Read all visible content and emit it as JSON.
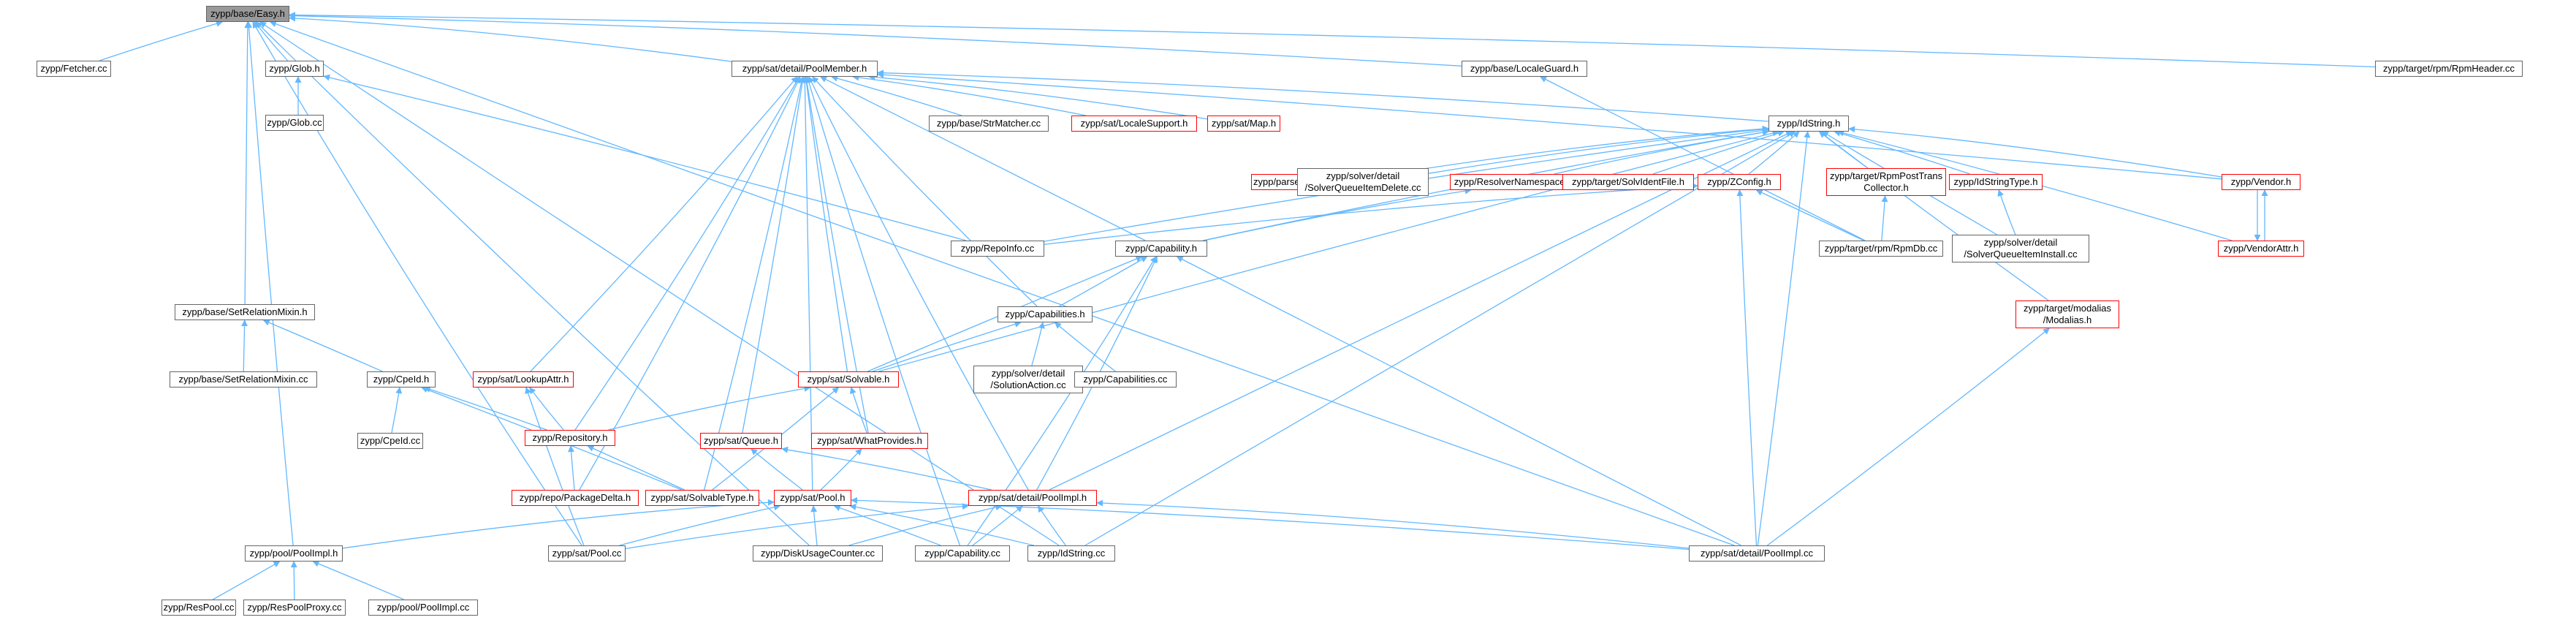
{
  "colors": {
    "edge": "#63b8ff",
    "node_border": "#666666",
    "node_border_incomplete": "#ff0000",
    "root_fill": "#999999"
  },
  "nodes": [
    {
      "id": "easy",
      "label": "zypp/base/Easy.h",
      "style": "root"
    },
    {
      "id": "fetcher",
      "label": "zypp/Fetcher.cc",
      "style": "normal"
    },
    {
      "id": "glob",
      "label": "zypp/Glob.h",
      "style": "normal"
    },
    {
      "id": "globcc",
      "label": "zypp/Glob.cc",
      "style": "normal"
    },
    {
      "id": "poolmember",
      "label": "zypp/sat/detail/PoolMember.h",
      "style": "normal"
    },
    {
      "id": "localeguard",
      "label": "zypp/base/LocaleGuard.h",
      "style": "normal"
    },
    {
      "id": "rpmheader",
      "label": "zypp/target/rpm/RpmHeader.cc",
      "style": "normal"
    },
    {
      "id": "strmatcher",
      "label": "zypp/base/StrMatcher.cc",
      "style": "normal"
    },
    {
      "id": "localesupport",
      "label": "zypp/sat/LocaleSupport.h",
      "style": "red"
    },
    {
      "id": "map",
      "label": "zypp/sat/Map.h",
      "style": "red"
    },
    {
      "id": "idstring",
      "label": "zypp/IdString.h",
      "style": "normal"
    },
    {
      "id": "productfilereader",
      "label": "zypp/parser/ProductFileReader.h",
      "style": "red"
    },
    {
      "id": "sqidelete",
      "label": "zypp/solver/detail\n/SolverQueueItemDelete.cc",
      "style": "normal"
    },
    {
      "id": "resolvernamespace",
      "label": "zypp/ResolverNamespace.h",
      "style": "red"
    },
    {
      "id": "solvidentfile",
      "label": "zypp/target/SolvIdentFile.h",
      "style": "red"
    },
    {
      "id": "zconfig",
      "label": "zypp/ZConfig.h",
      "style": "red"
    },
    {
      "id": "rpmposttrans",
      "label": "zypp/target/RpmPostTrans\nCollector.h",
      "style": "red"
    },
    {
      "id": "idstringtype",
      "label": "zypp/IdStringType.h",
      "style": "red"
    },
    {
      "id": "vendor",
      "label": "zypp/Vendor.h",
      "style": "red"
    },
    {
      "id": "repoinfo",
      "label": "zypp/RepoInfo.cc",
      "style": "normal"
    },
    {
      "id": "capability",
      "label": "zypp/Capability.h",
      "style": "normal"
    },
    {
      "id": "rpmdb",
      "label": "zypp/target/rpm/RpmDb.cc",
      "style": "normal"
    },
    {
      "id": "sqiinstall",
      "label": "zypp/solver/detail\n/SolverQueueItemInstall.cc",
      "style": "normal"
    },
    {
      "id": "vendorattr",
      "label": "zypp/VendorAttr.h",
      "style": "red"
    },
    {
      "id": "setrelmixin",
      "label": "zypp/base/SetRelationMixin.h",
      "style": "normal"
    },
    {
      "id": "capabilities",
      "label": "zypp/Capabilities.h",
      "style": "normal"
    },
    {
      "id": "modalias",
      "label": "zypp/target/modalias\n/Modalias.h",
      "style": "red"
    },
    {
      "id": "setrelmixincc",
      "label": "zypp/base/SetRelationMixin.cc",
      "style": "normal"
    },
    {
      "id": "cpeid",
      "label": "zypp/CpeId.h",
      "style": "normal"
    },
    {
      "id": "lookupattr",
      "label": "zypp/sat/LookupAttr.h",
      "style": "red"
    },
    {
      "id": "solvable",
      "label": "zypp/sat/Solvable.h",
      "style": "red"
    },
    {
      "id": "solutionaction",
      "label": "zypp/solver/detail\n/SolutionAction.cc",
      "style": "normal"
    },
    {
      "id": "capabilitiescc",
      "label": "zypp/Capabilities.cc",
      "style": "normal"
    },
    {
      "id": "repository",
      "label": "zypp/Repository.h",
      "style": "red"
    },
    {
      "id": "cpeidcc",
      "label": "zypp/CpeId.cc",
      "style": "normal"
    },
    {
      "id": "queue",
      "label": "zypp/sat/Queue.h",
      "style": "red"
    },
    {
      "id": "whatprovides",
      "label": "zypp/sat/WhatProvides.h",
      "style": "red"
    },
    {
      "id": "packagedelta",
      "label": "zypp/repo/PackageDelta.h",
      "style": "red"
    },
    {
      "id": "solvabletype",
      "label": "zypp/sat/SolvableType.h",
      "style": "red"
    },
    {
      "id": "pool",
      "label": "zypp/sat/Pool.h",
      "style": "red"
    },
    {
      "id": "poolimplh",
      "label": "zypp/sat/detail/PoolImpl.h",
      "style": "red"
    },
    {
      "id": "ppoolimplh",
      "label": "zypp/pool/PoolImpl.h",
      "style": "normal"
    },
    {
      "id": "satpoolcc",
      "label": "zypp/sat/Pool.cc",
      "style": "normal"
    },
    {
      "id": "diskusage",
      "label": "zypp/DiskUsageCounter.cc",
      "style": "normal"
    },
    {
      "id": "capabilitycc",
      "label": "zypp/Capability.cc",
      "style": "normal"
    },
    {
      "id": "idstringcc",
      "label": "zypp/IdString.cc",
      "style": "normal"
    },
    {
      "id": "poolimplcc",
      "label": "zypp/sat/detail/PoolImpl.cc",
      "style": "normal"
    },
    {
      "id": "respool",
      "label": "zypp/ResPool.cc",
      "style": "normal"
    },
    {
      "id": "respoolproxy",
      "label": "zypp/ResPoolProxy.cc",
      "style": "normal"
    },
    {
      "id": "ppoolimplcc",
      "label": "zypp/pool/PoolImpl.cc",
      "style": "normal"
    }
  ],
  "edges": [
    [
      "fetcher",
      "easy"
    ],
    [
      "glob",
      "easy"
    ],
    [
      "poolmember",
      "easy"
    ],
    [
      "localeguard",
      "easy"
    ],
    [
      "rpmheader",
      "easy"
    ],
    [
      "setrelmixin",
      "easy"
    ],
    [
      "ppoolimplh",
      "easy"
    ],
    [
      "satpoolcc",
      "easy"
    ],
    [
      "diskusage",
      "easy"
    ],
    [
      "poolimplcc",
      "easy"
    ],
    [
      "idstringcc",
      "easy"
    ],
    [
      "globcc",
      "glob"
    ],
    [
      "repoinfo",
      "glob"
    ],
    [
      "strmatcher",
      "poolmember"
    ],
    [
      "localesupport",
      "poolmember"
    ],
    [
      "map",
      "poolmember"
    ],
    [
      "idstring",
      "poolmember"
    ],
    [
      "capability",
      "poolmember"
    ],
    [
      "capabilities",
      "poolmember"
    ],
    [
      "lookupattr",
      "poolmember"
    ],
    [
      "solvable",
      "poolmember"
    ],
    [
      "repository",
      "poolmember"
    ],
    [
      "queue",
      "poolmember"
    ],
    [
      "whatprovides",
      "poolmember"
    ],
    [
      "packagedelta",
      "poolmember"
    ],
    [
      "pool",
      "poolmember"
    ],
    [
      "poolimplh",
      "poolmember"
    ],
    [
      "capabilitycc",
      "poolmember"
    ],
    [
      "solvabletype",
      "poolmember"
    ],
    [
      "vendor",
      "poolmember"
    ],
    [
      "rpmdb",
      "localeguard"
    ],
    [
      "productfilereader",
      "idstring"
    ],
    [
      "sqidelete",
      "idstring"
    ],
    [
      "resolvernamespace",
      "idstring"
    ],
    [
      "solvidentfile",
      "idstring"
    ],
    [
      "zconfig",
      "idstring"
    ],
    [
      "rpmposttrans",
      "idstring"
    ],
    [
      "idstringtype",
      "idstring"
    ],
    [
      "vendor",
      "idstring"
    ],
    [
      "vendorattr",
      "idstring"
    ],
    [
      "modalias",
      "idstring"
    ],
    [
      "capability",
      "idstring"
    ],
    [
      "solvable",
      "idstring"
    ],
    [
      "sqiinstall",
      "idstring"
    ],
    [
      "poolimplh",
      "idstring"
    ],
    [
      "poolimplcc",
      "idstring"
    ],
    [
      "repoinfo",
      "idstring"
    ],
    [
      "idstringcc",
      "idstring"
    ],
    [
      "capability",
      "resolvernamespace"
    ],
    [
      "repoinfo",
      "zconfig"
    ],
    [
      "rpmdb",
      "zconfig"
    ],
    [
      "poolimplcc",
      "zconfig"
    ],
    [
      "rpmdb",
      "rpmposttrans"
    ],
    [
      "sqiinstall",
      "idstringtype"
    ],
    [
      "vendorattr",
      "vendor"
    ],
    [
      "vendor",
      "vendorattr"
    ],
    [
      "capabilities",
      "capability"
    ],
    [
      "solvable",
      "capability"
    ],
    [
      "poolimplh",
      "capability"
    ],
    [
      "capabilitycc",
      "capability"
    ],
    [
      "poolimplcc",
      "capability"
    ],
    [
      "solvable",
      "capabilities"
    ],
    [
      "solutionaction",
      "capabilities"
    ],
    [
      "capabilitiescc",
      "capabilities"
    ],
    [
      "setrelmixincc",
      "setrelmixin"
    ],
    [
      "cpeid",
      "setrelmixin"
    ],
    [
      "poolimplcc",
      "modalias"
    ],
    [
      "cpeidcc",
      "cpeid"
    ],
    [
      "repository",
      "cpeid"
    ],
    [
      "solvabletype",
      "cpeid"
    ],
    [
      "repository",
      "lookupattr"
    ],
    [
      "satpoolcc",
      "lookupattr"
    ],
    [
      "repository",
      "solvable"
    ],
    [
      "whatprovides",
      "solvable"
    ],
    [
      "solvabletype",
      "solvable"
    ],
    [
      "packagedelta",
      "repository"
    ],
    [
      "solvabletype",
      "repository"
    ],
    [
      "pool",
      "queue"
    ],
    [
      "poolimplh",
      "queue"
    ],
    [
      "pool",
      "whatprovides"
    ],
    [
      "ppoolimplh",
      "pool"
    ],
    [
      "satpoolcc",
      "pool"
    ],
    [
      "diskusage",
      "pool"
    ],
    [
      "capabilitycc",
      "pool"
    ],
    [
      "idstringcc",
      "pool"
    ],
    [
      "poolimplcc",
      "pool"
    ],
    [
      "satpoolcc",
      "poolimplh"
    ],
    [
      "capabilitycc",
      "poolimplh"
    ],
    [
      "idstringcc",
      "poolimplh"
    ],
    [
      "poolimplcc",
      "poolimplh"
    ],
    [
      "diskusage",
      "poolimplh"
    ],
    [
      "respool",
      "ppoolimplh"
    ],
    [
      "respoolproxy",
      "ppoolimplh"
    ],
    [
      "ppoolimplcc",
      "ppoolimplh"
    ]
  ]
}
